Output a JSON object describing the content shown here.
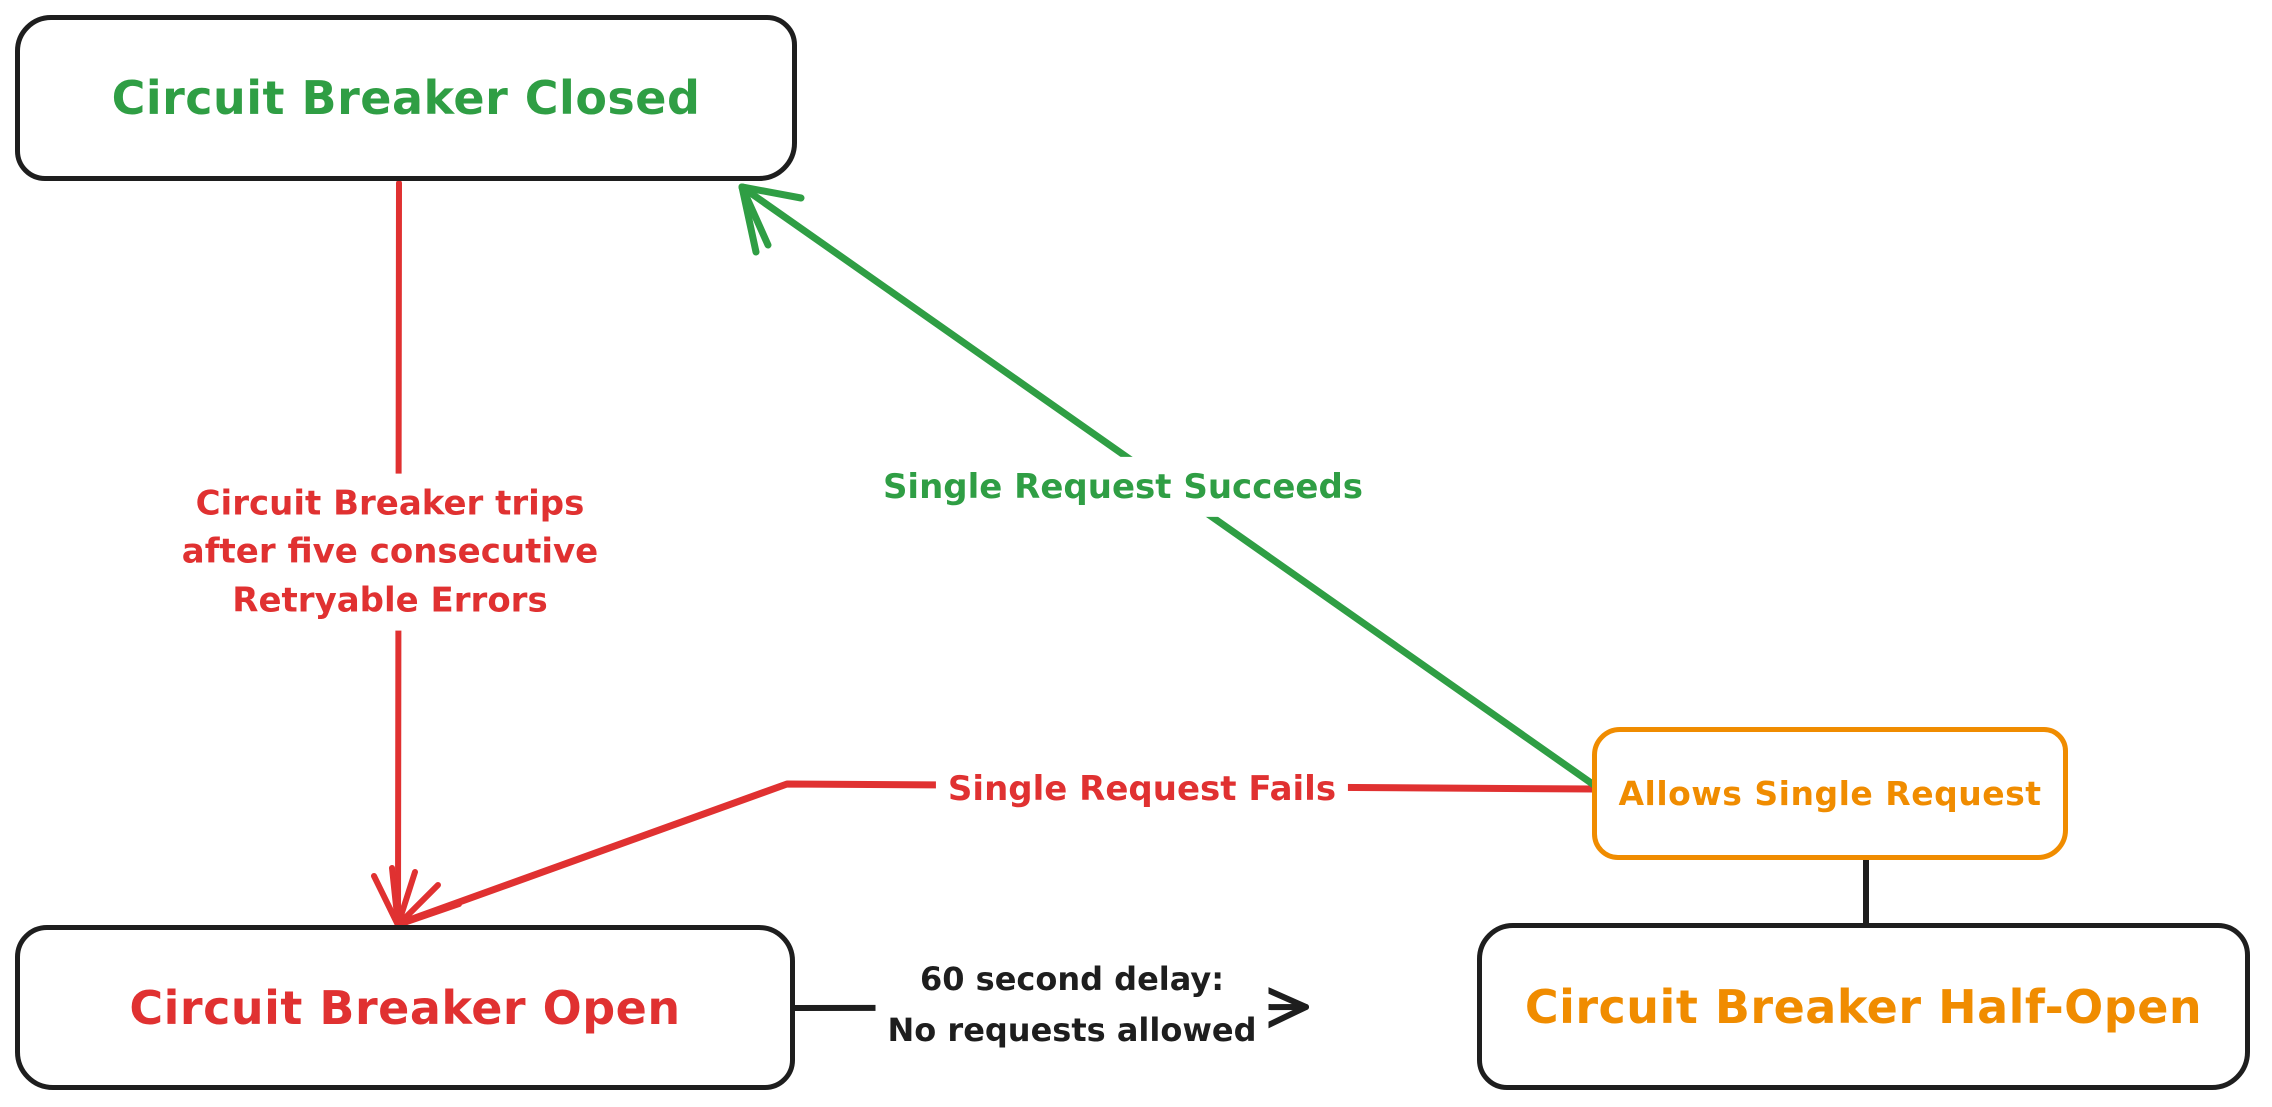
{
  "diagram": {
    "kind": "state-diagram",
    "subject": "Circuit Breaker"
  },
  "colors": {
    "green": "#2f9e44",
    "red": "#e03131",
    "orange": "#f08c00",
    "ink": "#1e1e1e",
    "canvas": "#ffffff"
  },
  "nodes": {
    "closed": {
      "label": "Circuit Breaker Closed"
    },
    "open": {
      "label": "Circuit Breaker Open"
    },
    "half_open": {
      "label": "Circuit Breaker Half-Open"
    },
    "allows_single": {
      "label": "Allows Single Request"
    }
  },
  "edges": {
    "trip": {
      "from": "closed",
      "to": "open",
      "line1": "Circuit Breaker trips",
      "line2": "after five consecutive",
      "line3": "Retryable Errors"
    },
    "success": {
      "from": "allows_single",
      "to": "closed",
      "label": "Single Request Succeeds"
    },
    "fail": {
      "from": "allows_single",
      "to": "open",
      "label": "Single Request Fails"
    },
    "delay": {
      "from": "open",
      "to": "half_open",
      "line1": "60 second delay:",
      "line2": "No requests allowed"
    },
    "half_open_link": {
      "from": "allows_single",
      "to": "half_open"
    }
  }
}
